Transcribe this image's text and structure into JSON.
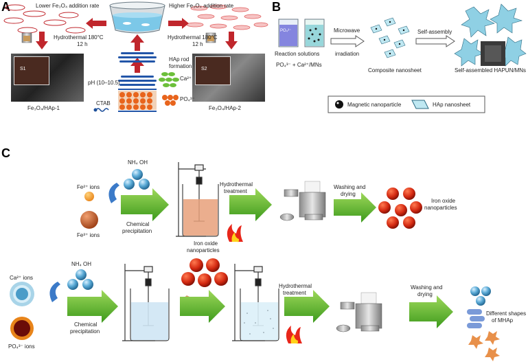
{
  "panels": {
    "a": "A",
    "b": "B",
    "c": "C"
  },
  "panel_a": {
    "lower_rate": "Lower Fe₃O₄ addition rate",
    "higher_rate": "Higher Fe₃O₄ addition rate",
    "hydro_left_1": "Hydrothermal 180°C",
    "hydro_left_2": "12 h",
    "hydro_right_1": "Hydrothermal 180°C",
    "hydro_right_2": "12 h",
    "hap_rod_1": "HAp rod",
    "hap_rod_2": "formation",
    "ph": "pH (10–10.5)",
    "ctab": "CTAB",
    "ca": "Ca²⁺",
    "po4": "PO₄³⁻",
    "s1": "S1",
    "s2": "S2",
    "caption_left": "Fe₃O₄/HAp-1",
    "caption_right": "Fe₃O₄/HAp-2"
  },
  "panel_b": {
    "reaction_solutions": "Reaction solutions",
    "ions": "PO₄³⁻ + Ca²⁺/MNs",
    "microwave_1": "Microwave",
    "microwave_2": "irradiation",
    "self_assembly": "Self-assembly",
    "composite": "Composite nanosheet",
    "assembled": "Self-assembled HAPUN/MNs",
    "legend_mag": "Magnetic nanoparticle",
    "legend_hap": "HAp nanosheet",
    "beaker_text": "PO₄³⁻"
  },
  "panel_c": {
    "fe2": "Fe²⁺ ions",
    "fe3": "Fe³⁺ ions",
    "nh4oh_top": "NH₄ OH",
    "chem_precip_top_1": "Chemical",
    "chem_precip_top_2": "precipitation",
    "hydro_top_1": "Hydrothermal",
    "hydro_top_2": "treatment",
    "wash_top_1": "Washing and",
    "wash_top_2": "drying",
    "iron_oxide_np_1": "Iron oxide",
    "iron_oxide_np_2": "nanoparticles",
    "ca_ions": "Ca²⁺ ions",
    "po4_ions": "PO₄³⁻ ions",
    "nh4oh_bot": "NH₄ OH",
    "chem_precip_bot_1": "Chemical",
    "chem_precip_bot_2": "precipitation",
    "iron_oxide_label_1": "Iron oxide",
    "iron_oxide_label_2": "nanoparticles",
    "hydro_bot_1": "Hydrothermal",
    "hydro_bot_2": "treatment",
    "wash_bot_1": "Washing and",
    "wash_bot_2": "drying",
    "shapes_1": "Different shapes",
    "shapes_2": "of MHAp"
  },
  "colors": {
    "arrow_green": "#5fb32e",
    "arrow_red": "#c0262c",
    "iron_red": "#d42a12",
    "sphere_blue": "#4a9cc8",
    "water_blue": "#bfe3f2"
  }
}
